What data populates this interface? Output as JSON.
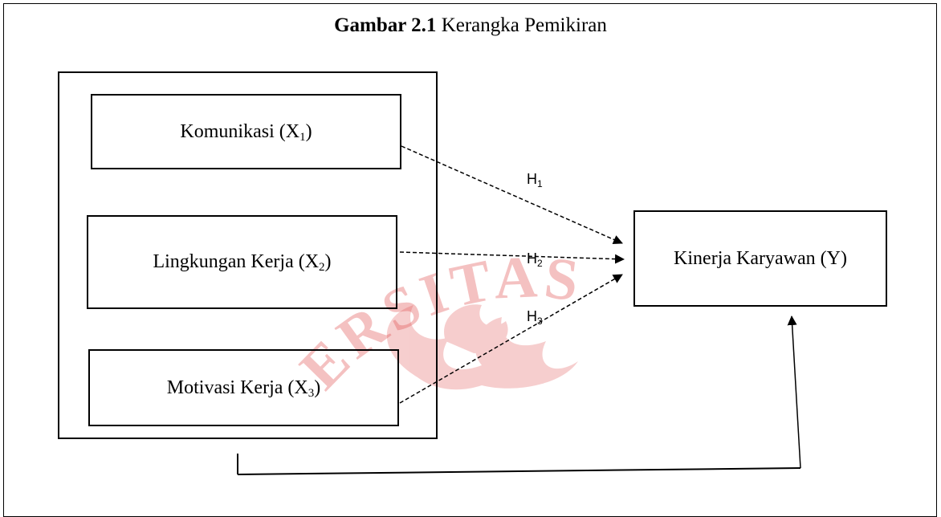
{
  "title": {
    "bold": "Gambar 2.1",
    "rest": " Kerangka Pemikiran"
  },
  "nodes": {
    "x1": {
      "label": "Komunikasi (X",
      "sub": "1",
      "close": ")"
    },
    "x2": {
      "label": "Lingkungan Kerja (X",
      "sub": "2",
      "close": ")"
    },
    "x3": {
      "label": "Motivasi Kerja (X",
      "sub": "3",
      "close": ")"
    },
    "y": {
      "label": "Kinerja Karyawan (Y)"
    }
  },
  "hypotheses": {
    "h1": {
      "letter": "H",
      "sub": "1"
    },
    "h2": {
      "letter": "H",
      "sub": "2"
    },
    "h3": {
      "letter": "H",
      "sub": "3"
    }
  },
  "watermark": {
    "text": "ERSITAS",
    "color": "#e8a0a0"
  }
}
